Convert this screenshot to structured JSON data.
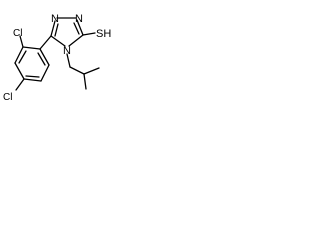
{
  "molecule": {
    "labels": {
      "n1": "N",
      "n2": "N",
      "n4": "N",
      "sh": "SH",
      "cl_upper": "Cl",
      "cl_lower": "Cl"
    },
    "colors": {
      "ink": "#000000",
      "background": "#ffffff"
    }
  }
}
